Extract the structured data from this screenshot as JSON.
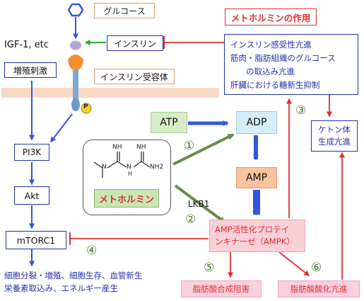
{
  "labels": {
    "glucose": "グルコース",
    "igf": "IGF-1, etc",
    "insulin": "インスリン",
    "proliferation": "増殖刺激",
    "receptor": "インスリン受容体",
    "phospho": "P",
    "pi3k": "PI3K",
    "akt": "Akt",
    "mtorc1": "mTORC1",
    "outcome_line1": "細胞分裂・増殖、細胞生存、血管新生",
    "outcome_line2": "栄養素取込み、エネルギー産生"
  },
  "metformin_effects": {
    "title": "メトホルミンの作用",
    "items": [
      "インスリン感受性亢進",
      "筋肉・脂肪組織のグルコース",
      "の取込み亢進",
      "肝臓における糖新生抑制"
    ]
  },
  "energy": {
    "atp": "ATP",
    "adp": "ADP",
    "amp": "AMP",
    "lkb1": "LKB1",
    "ampk_line1": "AMP活性化プロテイ",
    "ampk_line2": "ンキナーゼ（AMPK）"
  },
  "drug": {
    "name": "メトホルミン",
    "atoms": {
      "nh_a": "NH",
      "nh_b": "NH",
      "n_a": "N",
      "n_b": "N",
      "h": "H",
      "nh2": "NH2"
    }
  },
  "outcomes": {
    "ketone_line1": "ケトン体",
    "ketone_line2": "生成亢進",
    "fa_synth": "脂肪酸合成阻害",
    "fa_oxid": "脂肪酸酸化亢進"
  },
  "steps": [
    "①",
    "②",
    "③",
    "④",
    "⑤",
    "⑥"
  ],
  "colors": {
    "blue": "#3355dd",
    "red": "#e03030",
    "green": "#6a8a4a",
    "box_blue": "#2233aa",
    "membrane": "#f8d9c5",
    "atp_fill": "#d9ecc8",
    "adp_fill": "#d4eefb",
    "amp_fill": "#f7c3a0",
    "ampk_fill": "#f9d0d8",
    "drug_fill": "#c8e6b5",
    "fa_fill": "#f9d0e0"
  }
}
